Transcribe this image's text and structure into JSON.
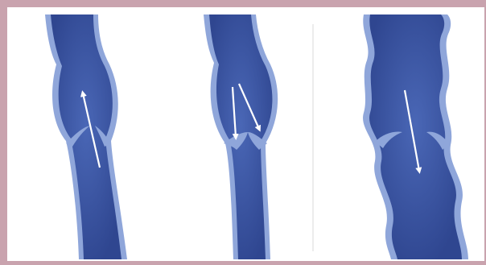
{
  "diagram": {
    "panels": [
      {
        "id": "healthy-vein-open-valve",
        "flow": "upward"
      },
      {
        "id": "healthy-vein-closed-valve",
        "flow": "backflow-blocked"
      },
      {
        "id": "varicose-vein-incompetent-valve",
        "flow": "downward-reflux"
      }
    ],
    "colors": {
      "frame": "#c9a3ae",
      "vein_wall": "#8fa6da",
      "vein_lumen": "#3e5aa8",
      "vein_lumen_dark": "#2f4690",
      "divider": "#d8d8d8",
      "arrow": "#ffffff"
    }
  }
}
